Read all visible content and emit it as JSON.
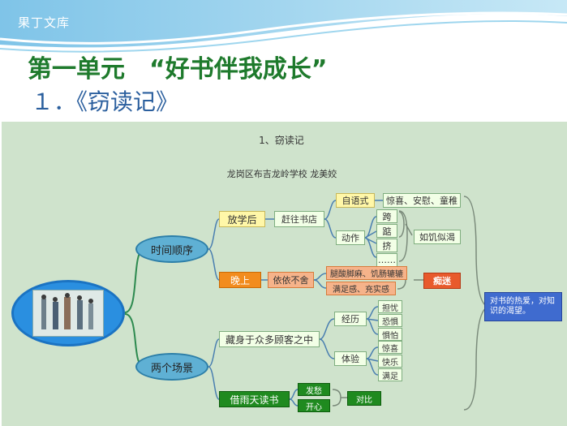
{
  "header": {
    "watermark": "果丁文库",
    "title_main": "第一单元　“好书伴我成长”",
    "title_sub": "１．《窃读记》"
  },
  "map": {
    "doc_title": "1、窃读记",
    "author": "龙岗区布吉龙岭学校  龙美姣",
    "root_icon": "classroom-picture",
    "branch_time": "时间顺序",
    "branch_scene": "两个场景",
    "after_school": "放学后",
    "go_bookstore": "赶往书店",
    "self_talk": "自语式",
    "emotions1": "惊喜、安慰、童稚",
    "action": "动作",
    "verbs": [
      "跨",
      "踮",
      "挤",
      "……"
    ],
    "hungry": "如饥似渴",
    "evening": "晚上",
    "reluctant": "依依不舍",
    "tired_hungry": "腿酸脚麻、饥肠辘辘",
    "satisfied": "满足感、充实感",
    "addiction": "痴迷",
    "love_note": "对书的热爱，对知识的渴望。",
    "hide": "藏身于众多顾客之中",
    "experience": "经历",
    "exp_items": [
      "担忧",
      "恐惧",
      "惧怕"
    ],
    "feeling": "体验",
    "feel_items": [
      "惊喜",
      "快乐",
      "满足"
    ],
    "rainy_day": "借雨天读书",
    "worry": "发愁",
    "happy": "开心",
    "contrast": "对比"
  }
}
